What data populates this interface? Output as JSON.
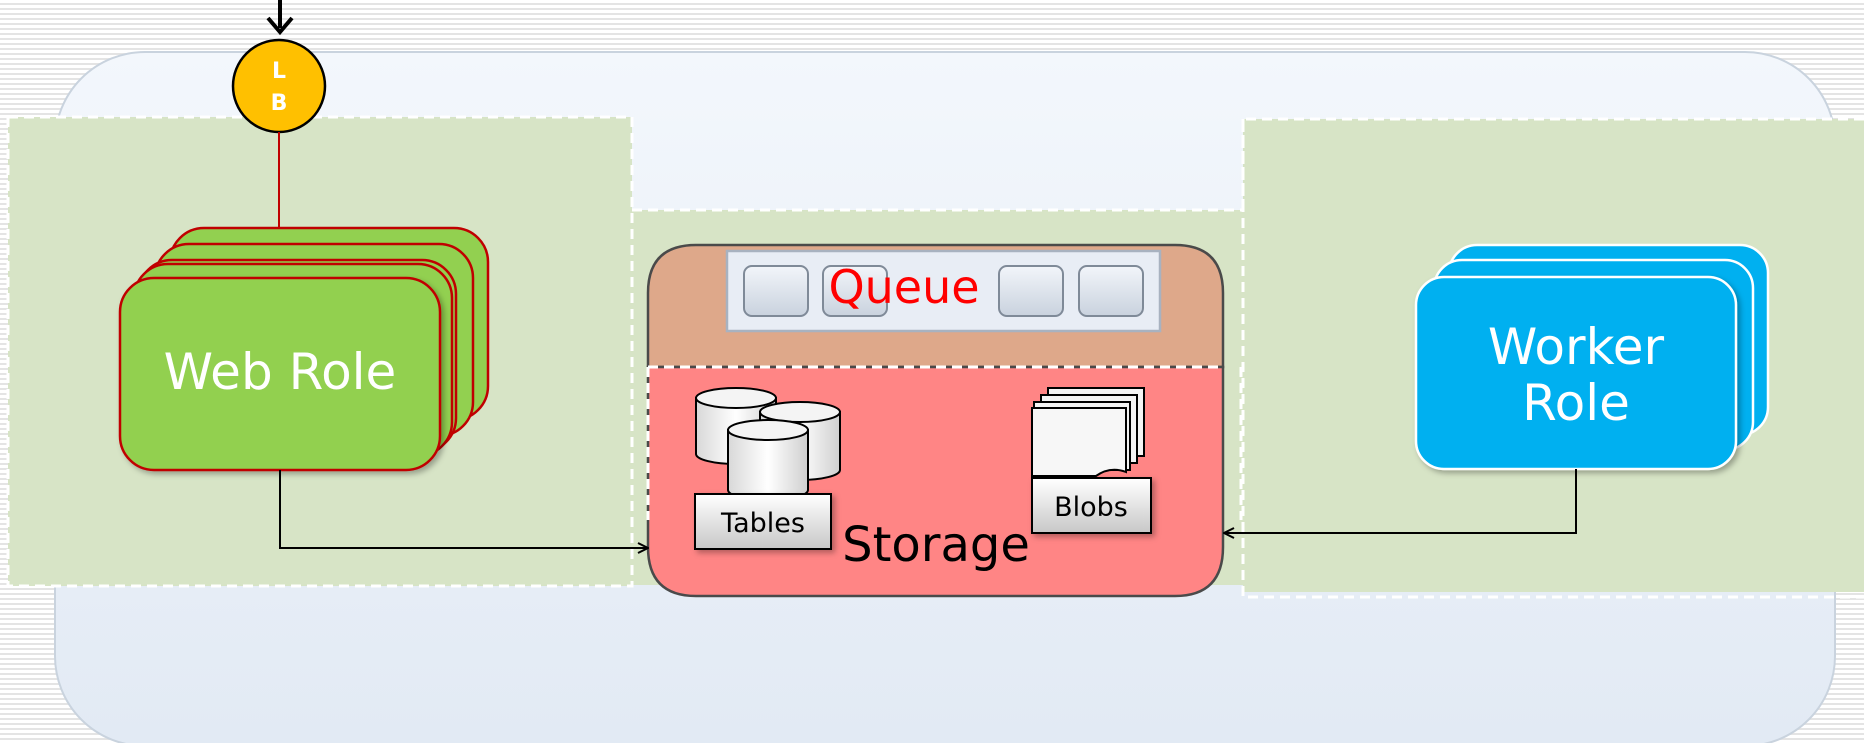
{
  "load_balancer": {
    "line1": "L",
    "line2": "B",
    "color": "#FFC000"
  },
  "web_role": {
    "label": "Web Role",
    "color": "#92D050",
    "border": "#C00000"
  },
  "storage": {
    "queue_label": "Queue",
    "storage_label": "Storage",
    "tables_label": "Tables",
    "blobs_label": "Blobs",
    "queue_color": "#DEA88A",
    "storage_color": "#FF8585",
    "queue_label_color": "#FF0000"
  },
  "worker_role": {
    "line1": "Worker",
    "line2": "Role",
    "color": "#00B0F0"
  },
  "colors": {
    "panel_top": "#F3F7FC",
    "panel_bottom": "#E2EAF4",
    "zone_green": "#D7E4C6",
    "flow_red": "#C00000"
  }
}
